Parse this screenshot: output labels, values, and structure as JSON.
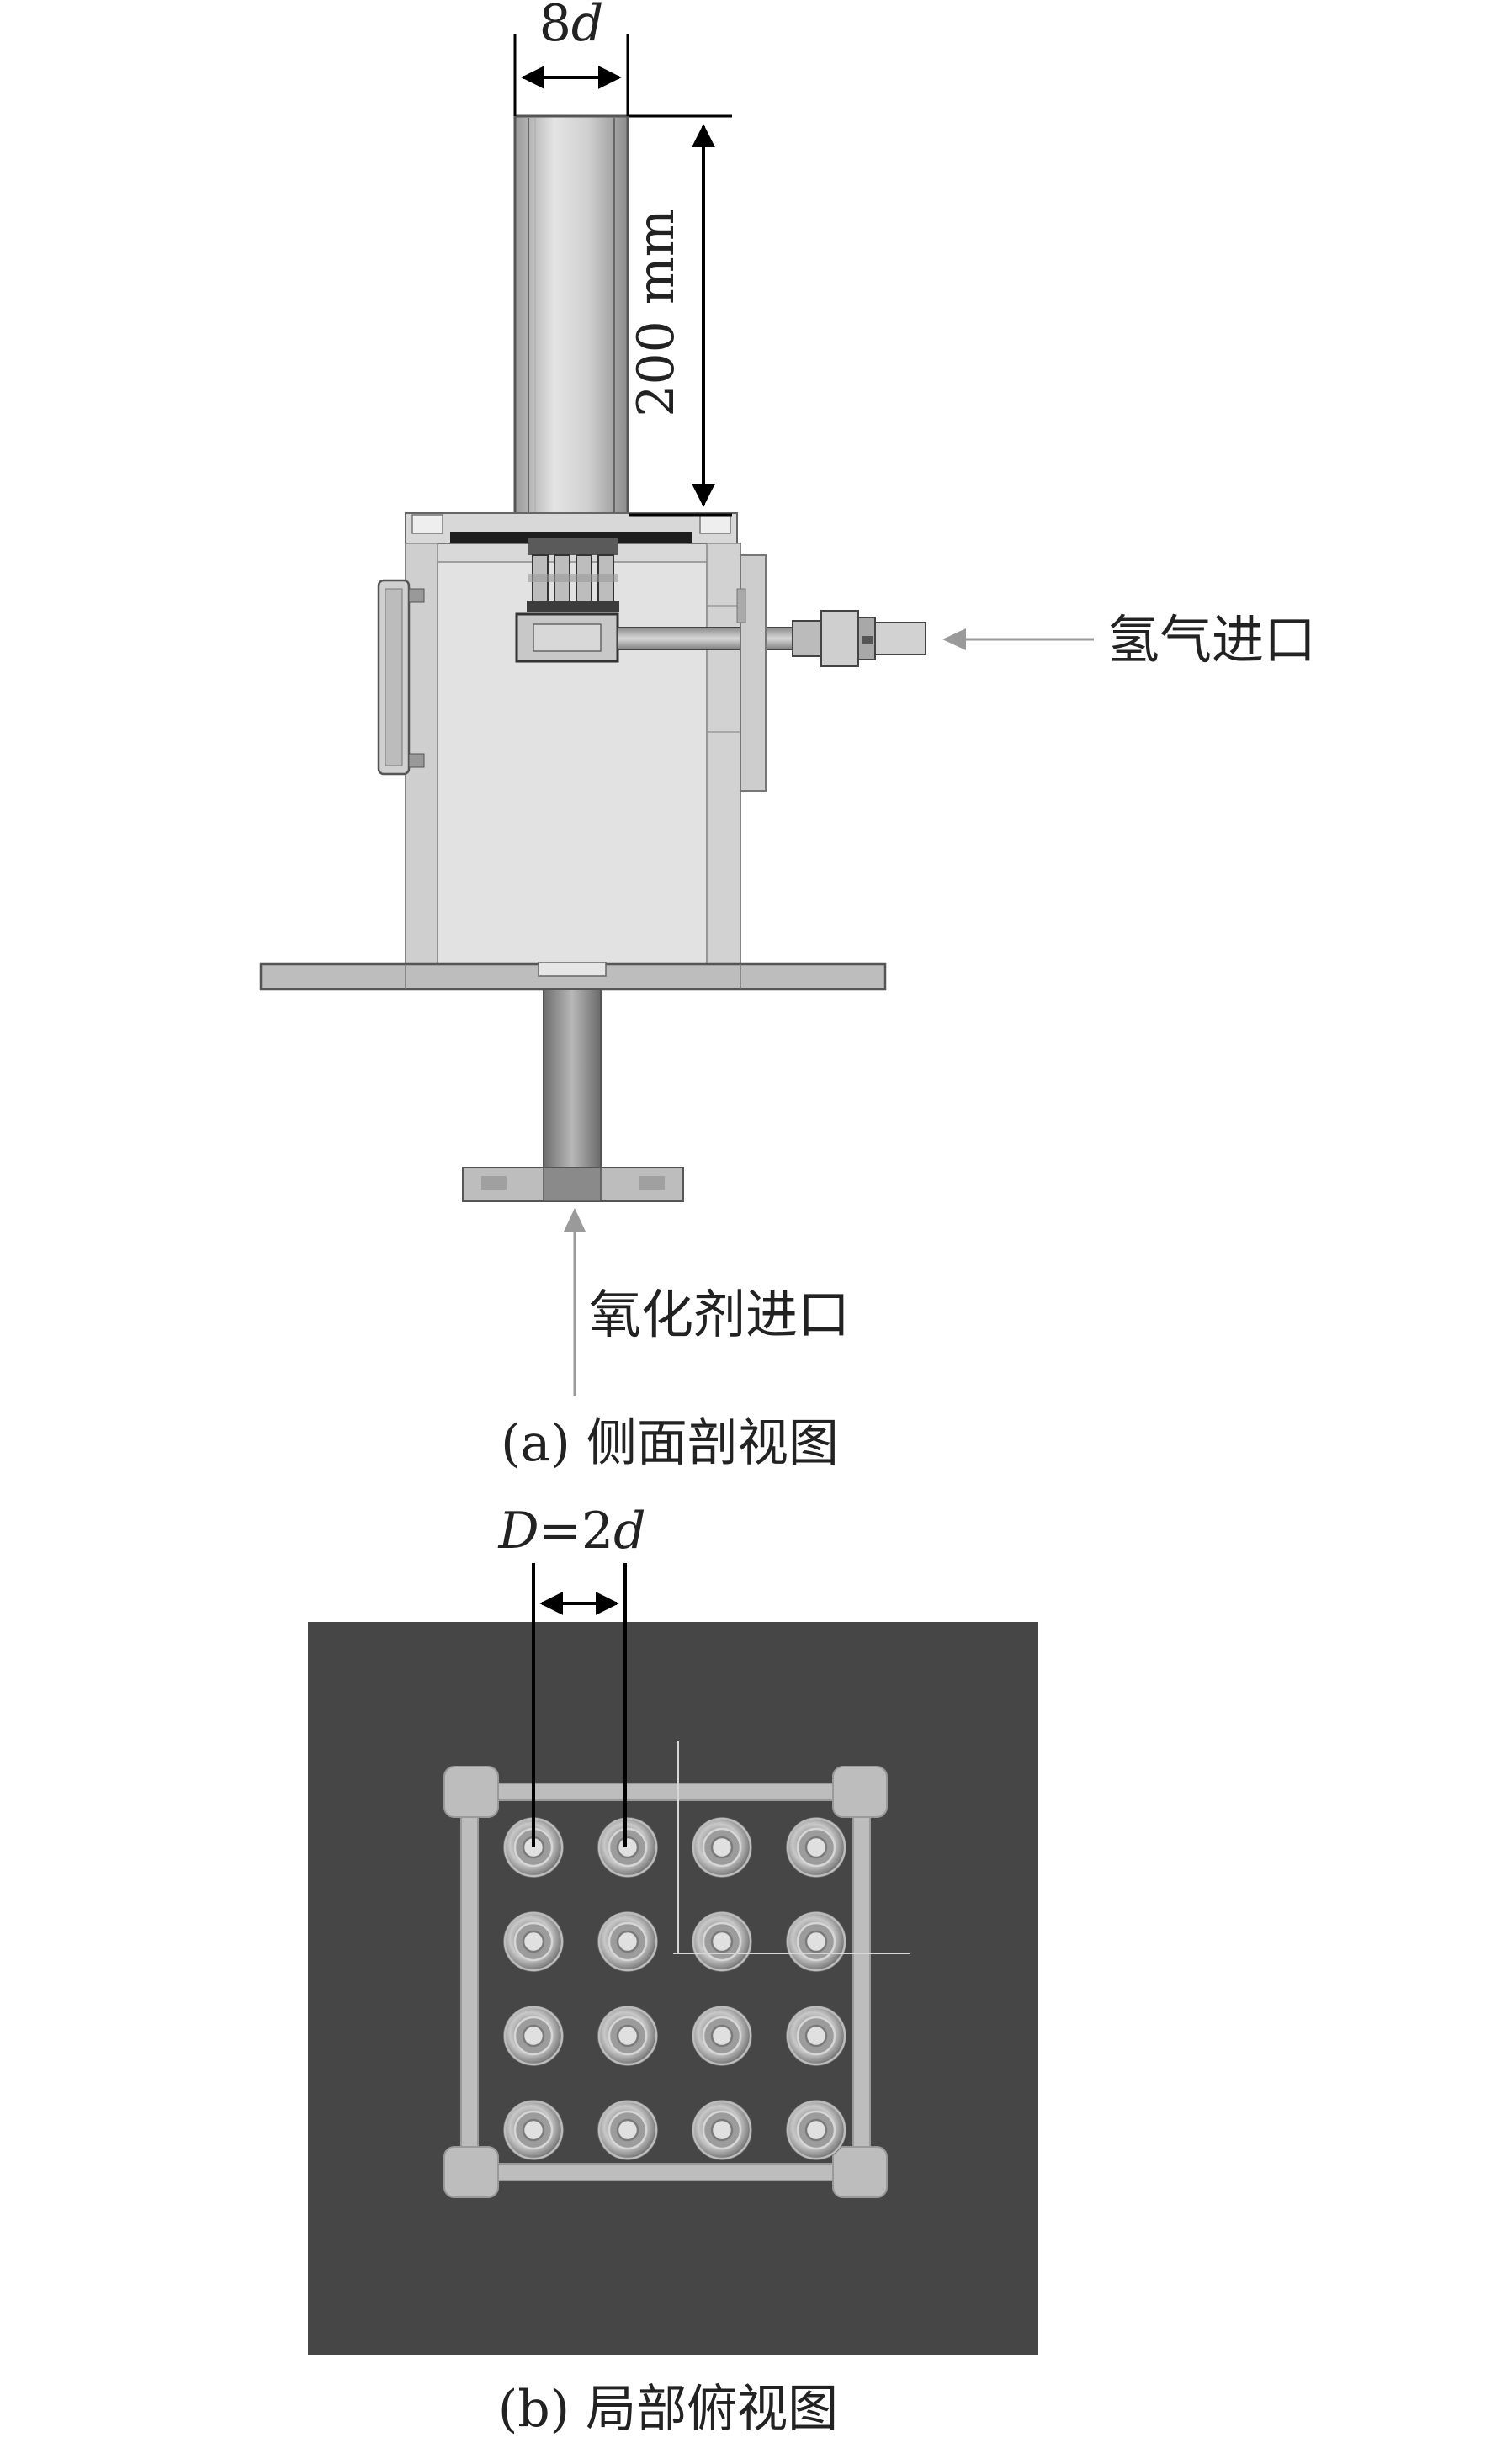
{
  "figure_a": {
    "caption": "(a) 侧面剖视图",
    "dim_width": {
      "prefix": "8",
      "variable": "d"
    },
    "dim_height": "200 mm",
    "hydrogen_inlet": "氢气进口",
    "oxidizer_inlet": "氧化剂进口"
  },
  "figure_b": {
    "caption": "(b) 局部俯视图",
    "dim_pitch": {
      "var1": "D",
      "mid": "=2",
      "var2": "d"
    },
    "injector_grid": {
      "rows": 4,
      "cols": 4
    }
  },
  "colors": {
    "panel_dark": "#464646",
    "metal_light": "#dcdcdc",
    "metal_mid": "#b9b9b9",
    "arrow_gray": "#9a9a9a"
  }
}
